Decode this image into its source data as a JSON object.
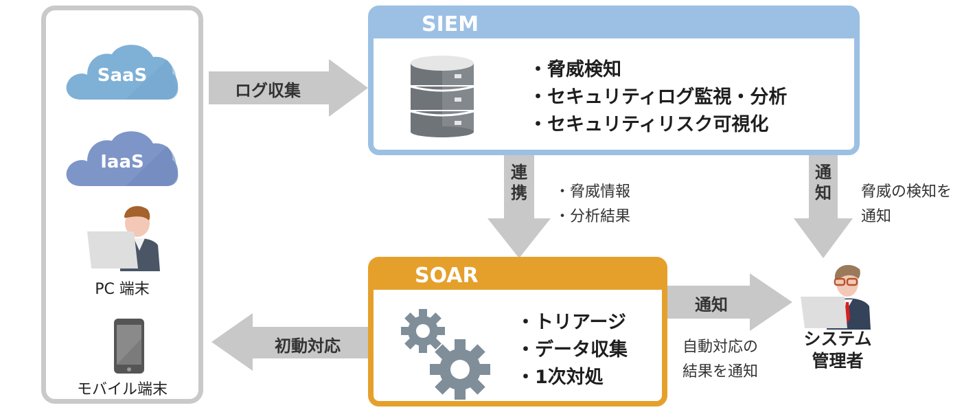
{
  "sources": {
    "saas_label": "SaaS",
    "iaas_label": "IaaS",
    "pc_label": "PC 端末",
    "mobile_label": "モバイル端末"
  },
  "arrows": {
    "log_collection": "ログ収集",
    "initial_response": "初動対応",
    "link_vertical": [
      "連",
      "携"
    ],
    "notify_vertical": [
      "通",
      "知"
    ],
    "notify_horizontal": "通知"
  },
  "siem": {
    "title": "SIEM",
    "items": [
      "・脅威検知",
      "・セキュリティログ監視・分析",
      "・セキュリティリスク可視化"
    ]
  },
  "soar": {
    "title": "SOAR",
    "items": [
      "・トリアージ",
      "・データ収集",
      "・1次対処"
    ]
  },
  "notes": {
    "link_items": [
      "・脅威情報",
      "・分析結果"
    ],
    "siem_notify": [
      "脅威の検知を",
      "通知"
    ],
    "soar_notify": [
      "自動対応の",
      "結果を通知"
    ]
  },
  "admin": {
    "label_line1": "システム",
    "label_line2": "管理者"
  },
  "colors": {
    "siem": "#9cc0e3",
    "soar": "#e5a02c",
    "arrow": "#c8c8c8",
    "panel_border": "#c9c9c9",
    "saas_cloud": "#7fb0d6",
    "iaas_cloud": "#7e95c8"
  }
}
